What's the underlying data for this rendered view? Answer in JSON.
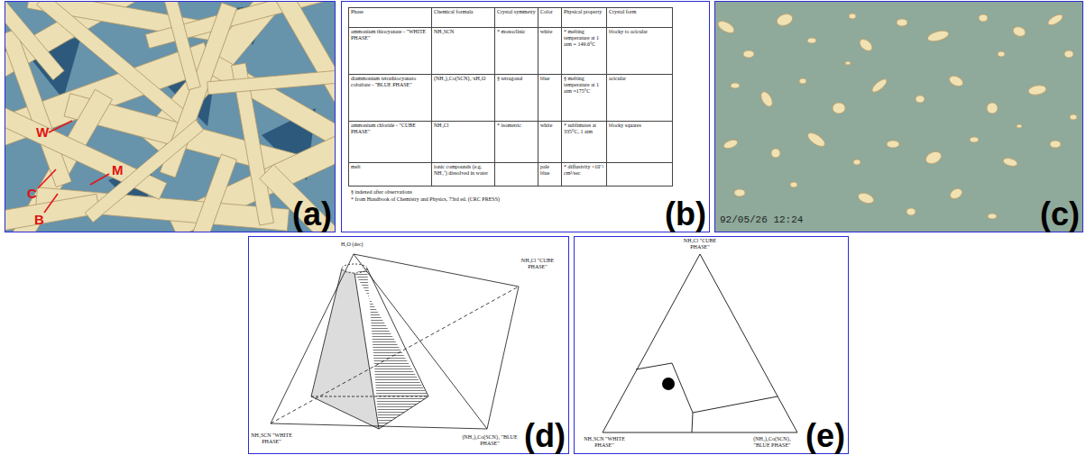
{
  "diagram": {
    "nodes": [
      {
        "text": [
          "(a)"
        ]
      },
      {
        "text": [
          "(b)"
        ]
      },
      {
        "text": [
          "(c)"
        ]
      },
      {
        "text": [
          "(d)"
        ]
      },
      {
        "text": [
          "(e)"
        ]
      }
    ],
    "labels": [
      "W",
      "M",
      "C",
      "B",
      "Phase",
      "Chemical formula",
      "Crystal symmetry",
      "Color",
      "Physical property",
      "Crystal form",
      "ammonium thiocyanate - \"WHITE PHASE\"",
      "NH₄SCN",
      "* monoclinic",
      "white",
      "* melting temperature at 1 atm = 149.6°C",
      "blocky to acicular",
      "diammonium tetrathiocyanato cobaltate - \"BLUE PHASE\"",
      "(NH₄)₂Co(SCN)₄·xH₂O",
      "§ tetragonal",
      "blue",
      "§ melting temperature at 1 atm ≈175°C",
      "acicular",
      "ammonium chloride - \"CUBE PHASE\"",
      "NH₄Cl",
      "* isometric",
      "white",
      "* sublimates at 335°C, 1 atm",
      "blocky squares",
      "melt",
      "ionic compounds (e.g. NH₄⁺) dissolved in water",
      "pale blue",
      "* diffusivity ~10⁻⁵ cm²/sec",
      "§ indexed after observations",
      "* from Handbook of Chemistry and Physics, 73rd ed. (CRC PRESS)",
      "92/05/26 12:24",
      "H₂O (dec)",
      "NH₄Cl \"CUBE PHASE\"",
      "NH₄SCN \"WHITE PHASE\"",
      "(NH₄)₂Co(SCN)₄ \"BLUE PHASE\"",
      "NH₄Cl \"CUBE PHASE\"",
      "NH₄SCN \"WHITE PHASE\"",
      "(NH₄)₂Co(SCN)₄ \"BLUE PHASE\""
    ]
  }
}
